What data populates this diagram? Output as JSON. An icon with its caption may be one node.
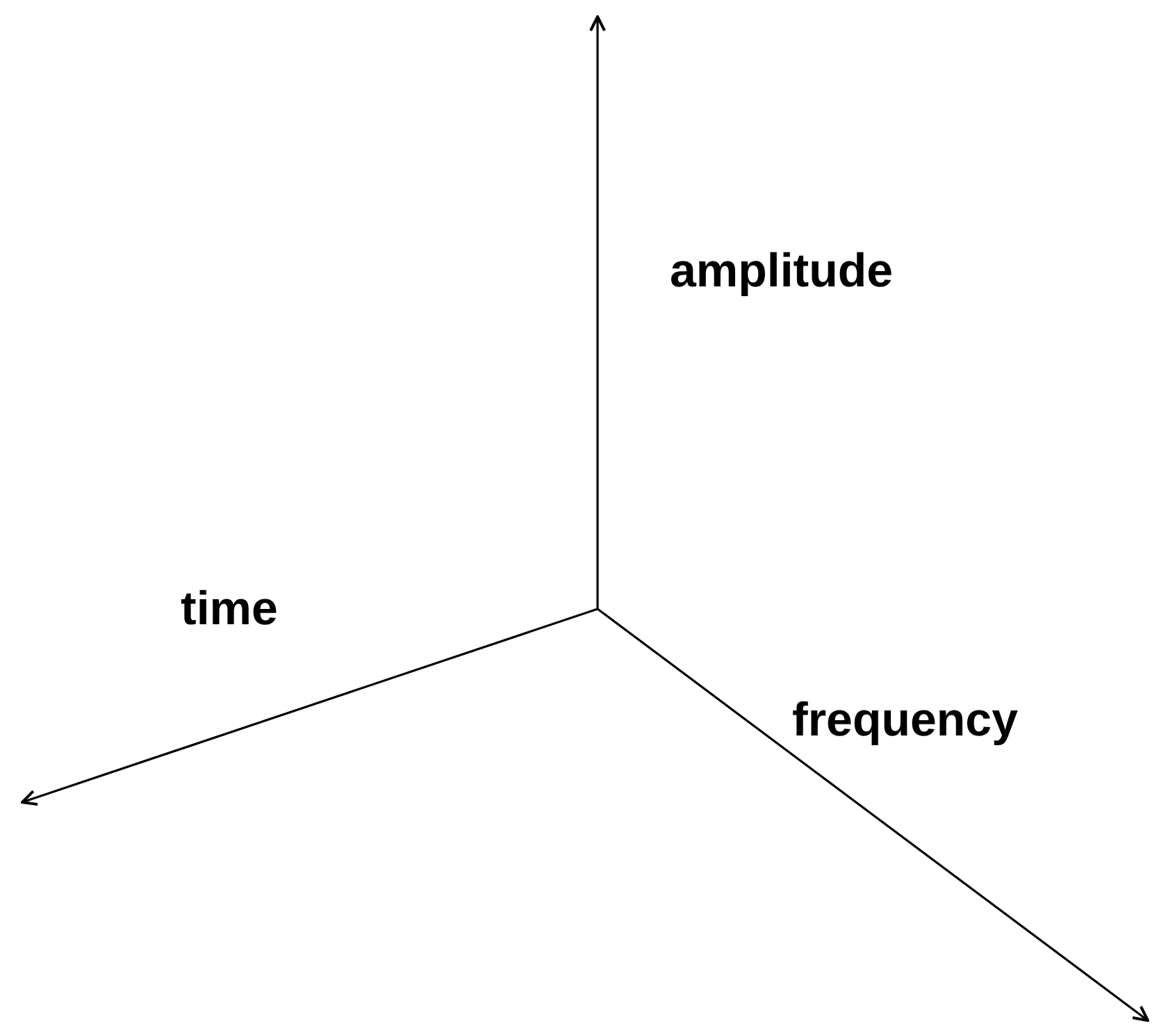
{
  "diagram": {
    "labels": [
      "amplitude",
      "time",
      "frequency"
    ]
  }
}
